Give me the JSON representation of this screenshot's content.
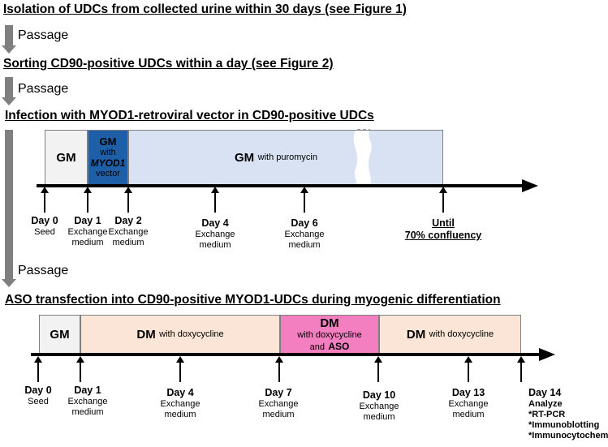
{
  "headings": {
    "h1": "Isolation of UDCs from collected urine within 30 days (see Figure 1)",
    "h2": "Sorting CD90-positive UDCs within a day (see Figure 2)",
    "h3": "Infection with MYOD1-retroviral vector in CD90-positive UDCs",
    "h4": "ASO transfection into CD90-positive MYOD1-UDCs during myogenic differentiation"
  },
  "passage_label": "Passage",
  "timeline1": {
    "box_gm": "GM",
    "box_myod": {
      "gm": "GM",
      "with": "with",
      "gene": "MYOD1",
      "vector": "vector"
    },
    "box_puro": {
      "gm": "GM",
      "rest": "with puromycin"
    },
    "days": [
      {
        "day": "Day 0",
        "sub": [
          "Seed"
        ]
      },
      {
        "day": "Day 1",
        "sub": [
          "Exchange",
          "medium"
        ]
      },
      {
        "day": "Day 2",
        "sub": [
          "Exchange",
          "medium"
        ]
      },
      {
        "day": "Day 4",
        "sub": [
          "Exchange",
          "medium"
        ]
      },
      {
        "day": "Day 6",
        "sub": [
          "Exchange",
          "medium"
        ]
      },
      {
        "day": "Until",
        "sub": [
          "70% confluency"
        ]
      }
    ]
  },
  "timeline2": {
    "box_gm": "GM",
    "box_dm1": {
      "dm": "DM",
      "rest": "with doxycycline"
    },
    "box_aso": {
      "dm": "DM",
      "line1": "with doxycycline",
      "and": "and",
      "aso": "ASO"
    },
    "box_dm2": {
      "dm": "DM",
      "rest": "with doxycycline"
    },
    "days": [
      {
        "day": "Day 0",
        "sub": [
          "Seed"
        ]
      },
      {
        "day": "Day 1",
        "sub": [
          "Exchange",
          "medium"
        ]
      },
      {
        "day": "Day 4",
        "sub": [
          "Exchange",
          "medium"
        ]
      },
      {
        "day": "Day 7",
        "sub": [
          "Exchange",
          "medium"
        ]
      },
      {
        "day": "Day 10",
        "sub": [
          "Exchange",
          "medium"
        ]
      },
      {
        "day": "Day 13",
        "sub": [
          "Exchange",
          "medium"
        ]
      },
      {
        "day": "Day 14",
        "sub": [
          "Analyze",
          "*RT-PCR",
          "*Immunoblotting",
          "*Immunocytochemistry"
        ]
      }
    ]
  },
  "colors": {
    "gm_box": "#f2f2f2",
    "myod_box": "#1f5fa8",
    "puro_box": "#d9e2f3",
    "dm_box": "#fbe5d6",
    "aso_box": "#f47fc0",
    "passage_arrow": "#7f7f7f"
  }
}
